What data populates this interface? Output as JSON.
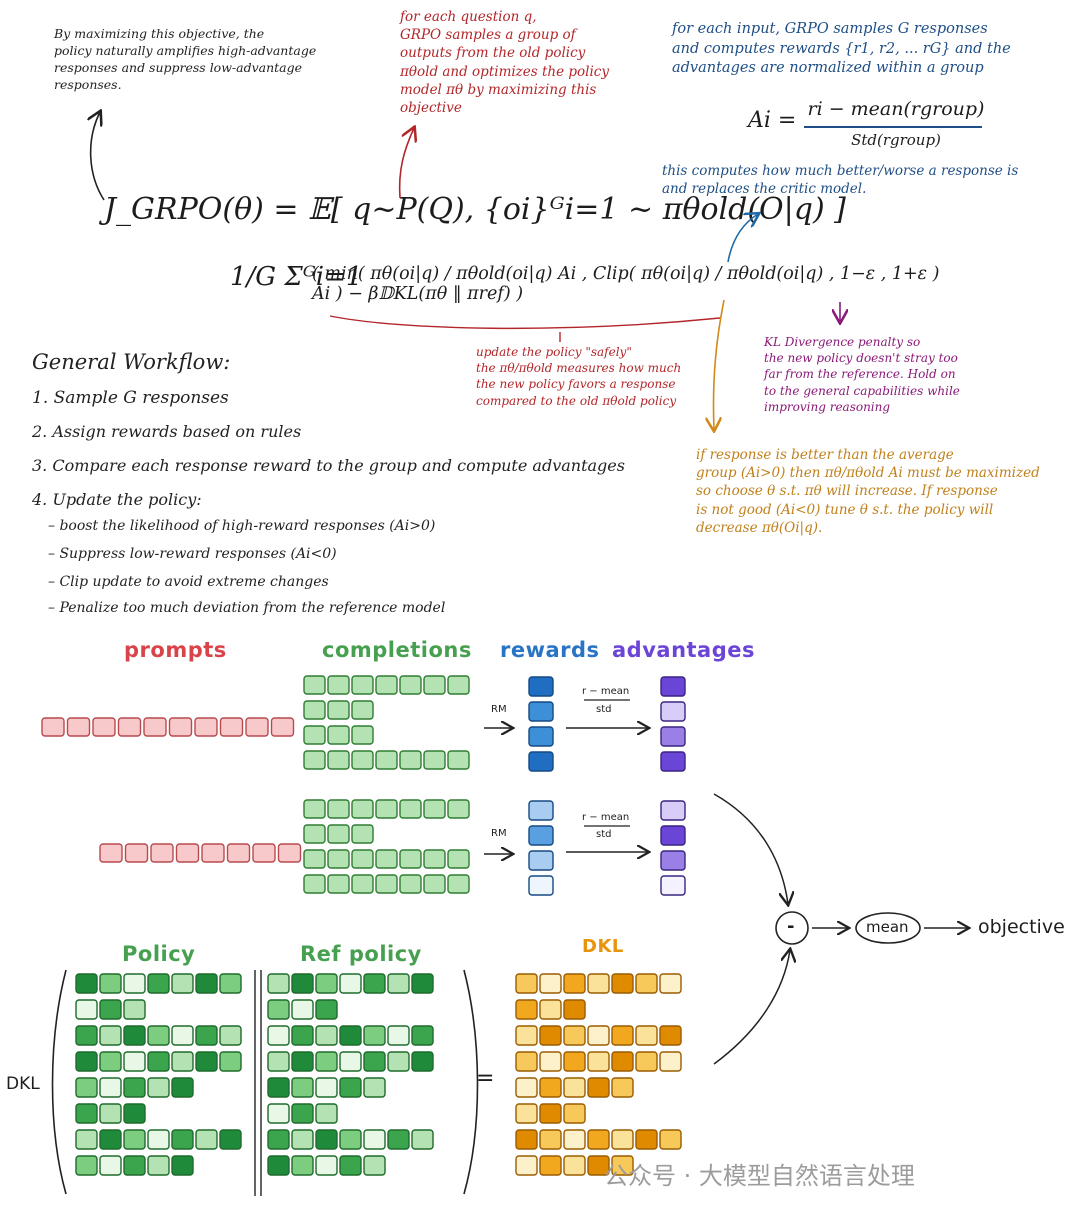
{
  "notes": {
    "objective_note": "By maximizing this objective, the\npolicy naturally amplifies high-advantage\nresponses and suppress low-advantage\nresponses.",
    "grpo_question_note": "for each question q,\nGRPO samples a group of\noutputs from the old policy\nπθold and optimizes the policy\nmodel πθ by maximizing this objective",
    "group_note": "for each input, GRPO samples G responses\nand computes rewards {r1, r2, ... rG} and the\nadvantages are normalized within a group",
    "adv_formula_lhs": "Ai =",
    "adv_formula_num": "ri − mean(rgroup)",
    "adv_formula_den": "Std(rgroup)",
    "critic_note": "this computes how much better/worse a response is\nand replaces the critic model.",
    "update_note": "update the policy \"safely\"\nthe πθ/πθold measures how much\nthe new policy favors a response\ncompared to the old πθold policy",
    "kl_note": "KL Divergence penalty so\nthe new policy doesn't stray too\nfar from the reference. Hold on\nto the general capabilities while\nimproving reasoning",
    "orange_note": "if response is better than the average\ngroup (Ai>0) then πθ/πθold Ai must be maximized\nso choose θ s.t. πθ will increase. If response\nis not good (Ai<0) tune θ s.t. the policy will\ndecrease πθ(Oi|q)."
  },
  "formula": {
    "line1": "J_GRPO(θ) = 𝔼[ q~P(Q), {oi}ᴳi=1 ~ πθold(O|q) ]",
    "line2_frac": "1/G Σᴳi=1",
    "line2_body": "( min( πθ(oi|q) / πθold(oi|q) Ai , Clip( πθ(oi|q) / πθold(oi|q) , 1−ε , 1+ε ) Ai ) − β𝔻KL(πθ ‖ πref) )"
  },
  "workflow": {
    "title": "General Workflow:",
    "steps": [
      "1. Sample G responses",
      "2. Assign rewards based on rules",
      "3. Compare each response reward to the group and compute advantages",
      "4. Update the policy:"
    ],
    "substeps": [
      "– boost the likelihood of high-reward responses (Ai>0)",
      "– Suppress low-reward responses (Ai<0)",
      "– Clip update to avoid extreme changes",
      "– Penalize too much deviation from the reference model"
    ]
  },
  "diagram": {
    "labels": {
      "prompts": "prompts",
      "completions": "completions",
      "rewards": "rewards",
      "advantages": "advantages",
      "policy": "Policy",
      "ref_policy": "Ref policy",
      "dkl": "DKL",
      "dkl_left": "DKL",
      "equals": "=",
      "rm": "RM",
      "norm_num": "r − mean",
      "norm_den": "std",
      "minus": "-",
      "mean": "mean",
      "objective": "objective"
    },
    "colors": {
      "prompt_fill": "#f8c9cb",
      "prompt_stroke": "#b84a4e",
      "completion_fill": "#b5e2b2",
      "reward_dark": "#1f6ec2",
      "reward_light": "#cfe3f6",
      "adv_dark": "#6b45d6",
      "adv_light": "#d7cdf6",
      "policy_dark": "#3aa54d",
      "dkl_dark": "#e8940c"
    }
  },
  "watermark": "公众号 · 大模型自然语言处理"
}
